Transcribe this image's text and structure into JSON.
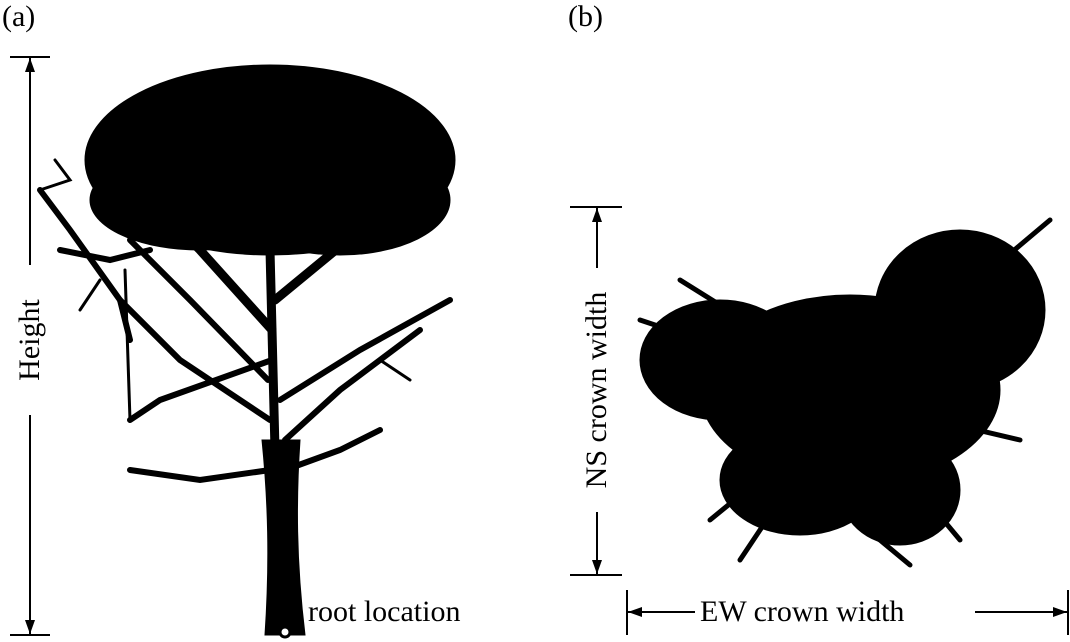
{
  "panels": {
    "a": {
      "label": "(a)",
      "height_label": "Height",
      "root_label": "root location"
    },
    "b": {
      "label": "(b)",
      "ns_label": "NS crown width",
      "ew_label": "EW crown width"
    }
  },
  "colors": {
    "ink": "#000000",
    "background": "#ffffff"
  }
}
